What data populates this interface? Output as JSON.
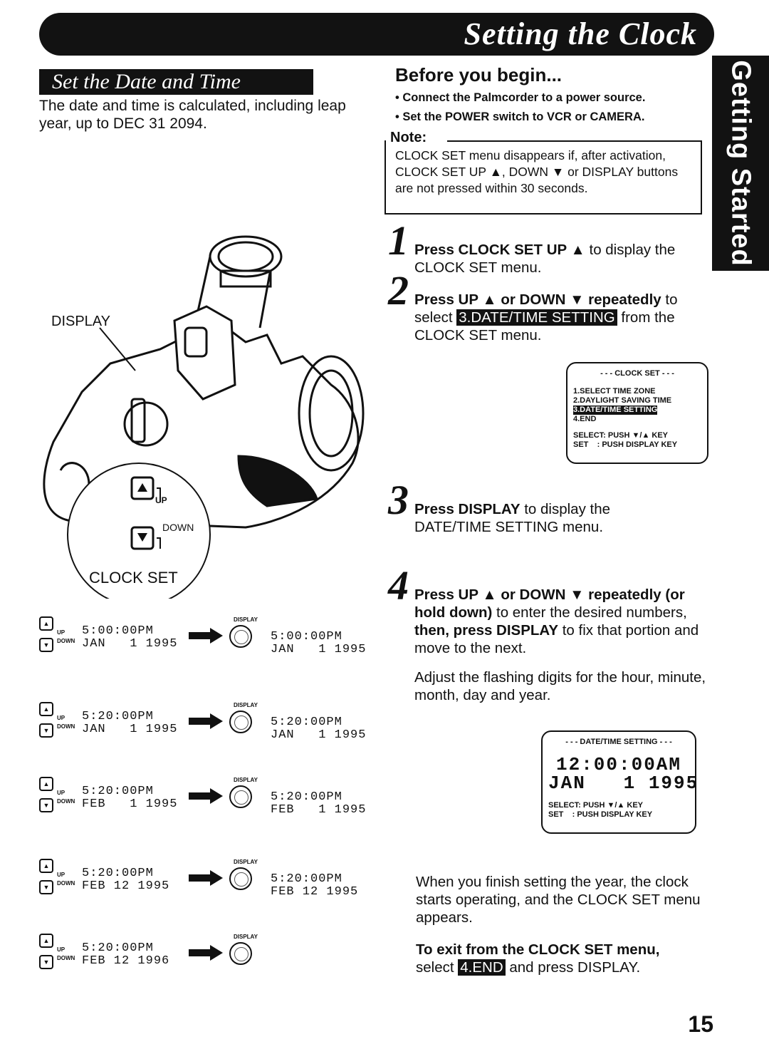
{
  "header": {
    "title": "Setting the Clock"
  },
  "side_tab": {
    "label": "Getting Started"
  },
  "section": {
    "heading": "Set the Date and Time",
    "intro": "The date and time is calculated, including leap year, up to DEC 31 2094."
  },
  "before": {
    "title": "Before you begin...",
    "bullets": [
      "• Connect the Palmcorder to a power source.",
      "• Set the POWER switch to VCR or CAMERA."
    ]
  },
  "note": {
    "label": "Note:",
    "text": "CLOCK SET menu disappears if, after activation, CLOCK SET UP ▲, DOWN ▼ or DISPLAY buttons are not pressed within 30 seconds."
  },
  "steps": [
    {
      "num": "1",
      "bold": "Press CLOCK SET UP ▲",
      "rest": " to display the CLOCK SET menu."
    },
    {
      "num": "2",
      "bold": "Press UP ▲ or DOWN ▼ repeatedly",
      "pre": " to select ",
      "hl": "3.DATE/TIME SETTING",
      "post": " from the CLOCK SET menu."
    },
    {
      "num": "3",
      "bold": "Press DISPLAY",
      "rest": " to display the DATE/TIME SETTING menu."
    },
    {
      "num": "4",
      "bold": "Press UP ▲ or DOWN ▼ repeatedly (or hold down)",
      "mid": " to enter the desired numbers, ",
      "bold2": "then, press DISPLAY",
      "rest": " to fix that portion and move to the next."
    }
  ],
  "adjust_text": "Adjust the flashing digits for the hour, minute, month, day and year.",
  "finish_text": "When you finish setting the year, the clock starts operating, and the CLOCK SET menu appears.",
  "exit": {
    "bold": "To exit from the CLOCK SET menu,",
    "pre": "select ",
    "hl": "4.END",
    "post": " and press DISPLAY."
  },
  "clock_set_menu": {
    "title": "- - - CLOCK SET - - -",
    "items": [
      "1.SELECT TIME ZONE",
      "2.DAYLIGHT SAVING TIME",
      "3.DATE/TIME SETTING",
      "4.END"
    ],
    "select": "SELECT: PUSH ▼/▲ KEY",
    "set": "SET    : PUSH DISPLAY KEY"
  },
  "datetime_menu": {
    "title": "- - - DATE/TIME SETTING - - -",
    "time": "12:00:00AM",
    "date": "JAN   1 1995",
    "select": "SELECT: PUSH ▼/▲ KEY",
    "set": "SET    : PUSH DISPLAY KEY"
  },
  "illustration": {
    "display_label": "DISPLAY",
    "up_label": "UP",
    "down_label": "DOWN",
    "clock_set_label": "CLOCK SET"
  },
  "sequence": [
    {
      "from_time": "5:00:00PM",
      "from_date": "JAN   1 1995",
      "to_time": "5:00:00PM",
      "to_date": "JAN   1 1995"
    },
    {
      "from_time": "5:20:00PM",
      "from_date": "JAN   1 1995",
      "to_time": "5:20:00PM",
      "to_date": "JAN   1 1995"
    },
    {
      "from_time": "5:20:00PM",
      "from_date": "FEB   1 1995",
      "to_time": "5:20:00PM",
      "to_date": "FEB   1 1995"
    },
    {
      "from_time": "5:20:00PM",
      "from_date": "FEB 12 1995",
      "to_time": "5:20:00PM",
      "to_date": "FEB 12 1995"
    },
    {
      "from_time": "5:20:00PM",
      "from_date": "FEB 12 1996"
    }
  ],
  "seq_labels": {
    "up": "UP",
    "down": "DOWN",
    "display": "DISPLAY"
  },
  "page_number": "15"
}
